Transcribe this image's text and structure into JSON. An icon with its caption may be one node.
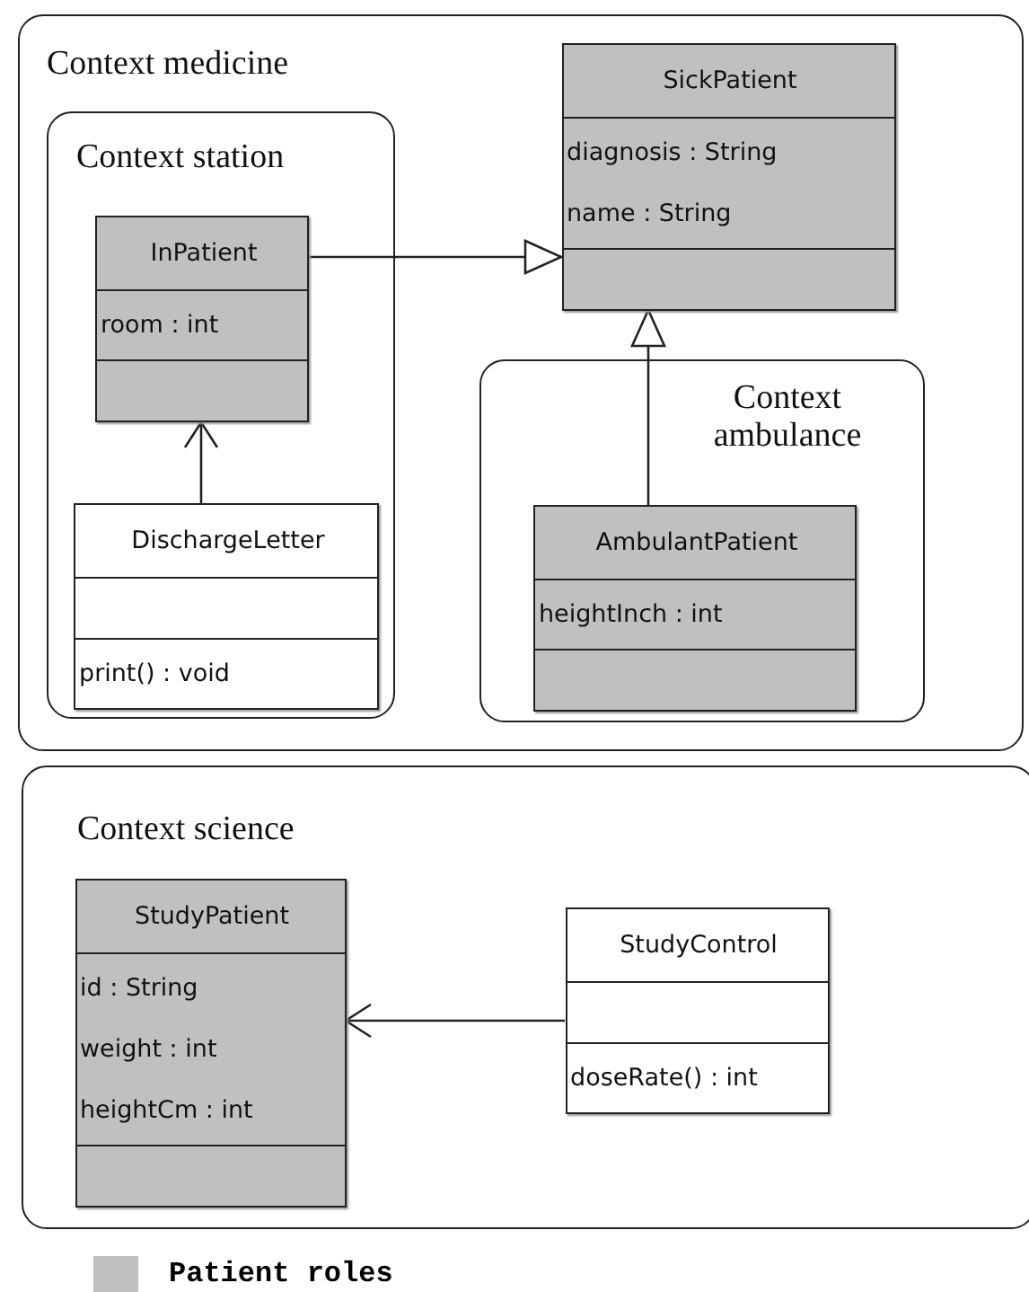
{
  "diagram": {
    "nodes": [
      {
        "text": [
          "Context medicine"
        ]
      },
      {
        "text": [
          "Context station"
        ],
        "in": 0
      },
      {
        "text": [
          "InPatient",
          "room : int"
        ],
        "in": 1
      },
      {
        "text": [
          "DischargeLetter",
          "print() : void"
        ],
        "in": 1
      },
      {
        "text": [
          "SickPatient",
          "diagnosis : String",
          "name : String"
        ],
        "in": 0
      },
      {
        "text": [
          "Context ambulance"
        ],
        "in": 0
      },
      {
        "text": [
          "AmbulantPatient",
          "heightInch : int"
        ],
        "in": 5
      },
      {
        "text": [
          "Context science"
        ]
      },
      {
        "text": [
          "StudyPatient",
          "id : String",
          "weight : int",
          "heightCm : int"
        ],
        "in": 7
      },
      {
        "text": [
          "StudyControl",
          "doseRate() : int"
        ],
        "in": 7
      }
    ],
    "edges": [
      {
        "from": 2,
        "to": 4,
        "arrow": "to"
      },
      {
        "from": 6,
        "to": 4,
        "arrow": "to"
      },
      {
        "from": 3,
        "to": 2,
        "arrow": "to"
      },
      {
        "from": 9,
        "to": 8,
        "arrow": "to"
      }
    ],
    "legend": [
      {
        "text": "Patient roles",
        "color": "#c0c0c0"
      }
    ]
  }
}
